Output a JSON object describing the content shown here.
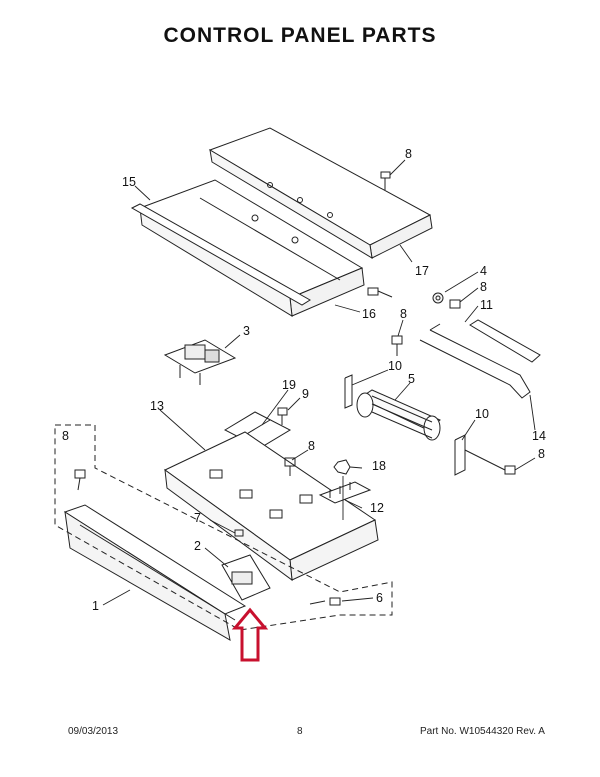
{
  "header": {
    "title": "CONTROL PANEL PARTS"
  },
  "callouts": {
    "c1": "1",
    "c2": "2",
    "c3": "3",
    "c4": "4",
    "c5": "5",
    "c6": "6",
    "c7": "7",
    "c8a": "8",
    "c8b": "8",
    "c8c": "8",
    "c8d": "8",
    "c8e": "8",
    "c8f": "8",
    "c9": "9",
    "c10a": "10",
    "c10b": "10",
    "c11": "11",
    "c12": "12",
    "c13": "13",
    "c14": "14",
    "c15": "15",
    "c16": "16",
    "c17": "17",
    "c18": "18",
    "c19": "19"
  },
  "footer": {
    "date": "09/03/2013",
    "page": "8",
    "part_number": "Part No.  W10544320  Rev.  A"
  },
  "colors": {
    "highlight_arrow": "#c8102e",
    "line": "#222222"
  }
}
